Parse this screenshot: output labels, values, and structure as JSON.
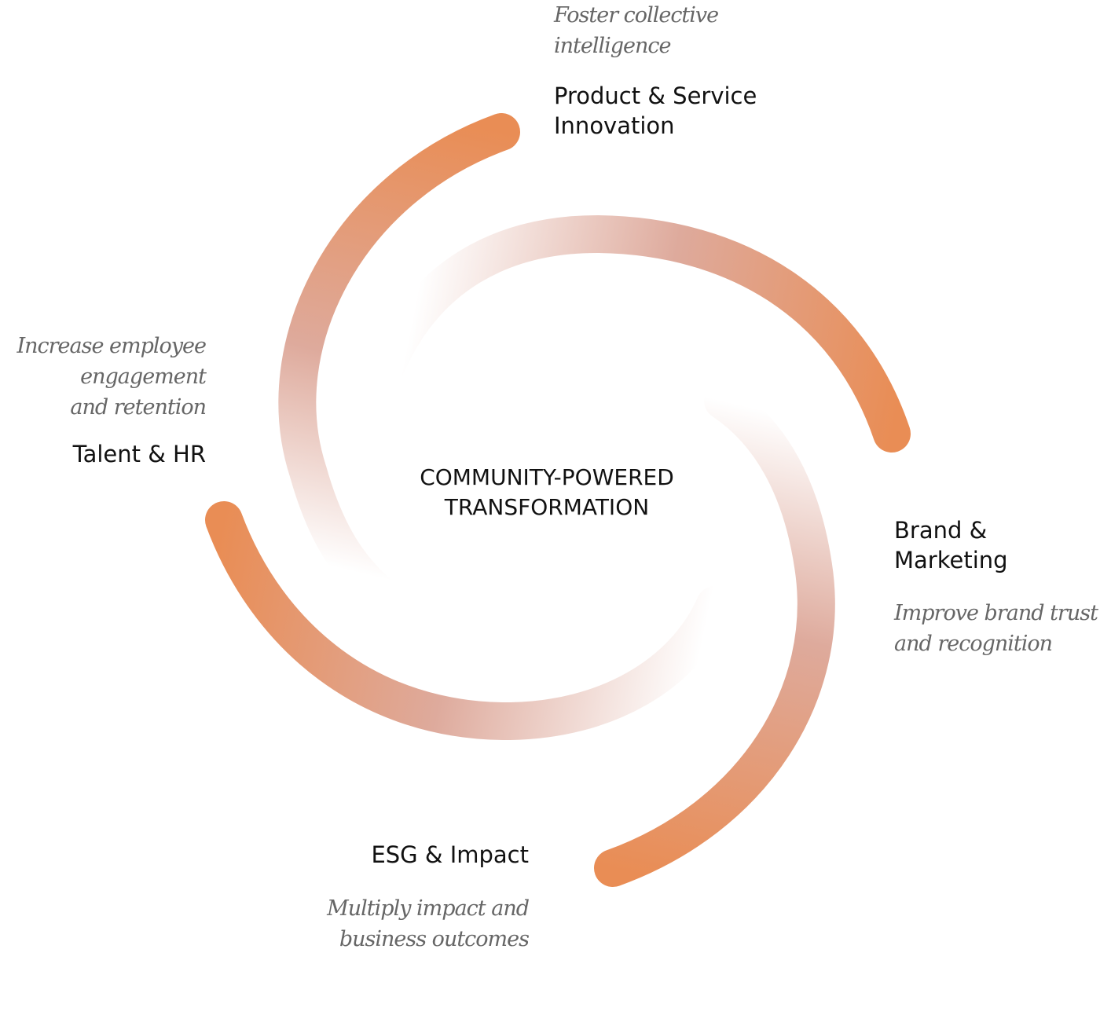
{
  "center": {
    "line1": "COMMUNITY-POWERED",
    "line2": "TRANSFORMATION"
  },
  "segments": [
    {
      "title": [
        "Product & Service",
        "Innovation"
      ],
      "subtitle": [
        "Foster collective",
        "intelligence"
      ]
    },
    {
      "title": [
        "Brand &",
        "Marketing"
      ],
      "subtitle": [
        "Improve brand trust",
        "and recognition"
      ]
    },
    {
      "title": [
        "ESG & Impact"
      ],
      "subtitle": [
        "Multiply impact and",
        "business outcomes"
      ]
    },
    {
      "title": [
        "Talent & HR"
      ],
      "subtitle": [
        "Increase employee",
        "engagement",
        "and retention"
      ]
    }
  ],
  "colors": {
    "accent": "#E98D55",
    "mid": "#DEAA9C",
    "fade": "#F7E8E4"
  }
}
